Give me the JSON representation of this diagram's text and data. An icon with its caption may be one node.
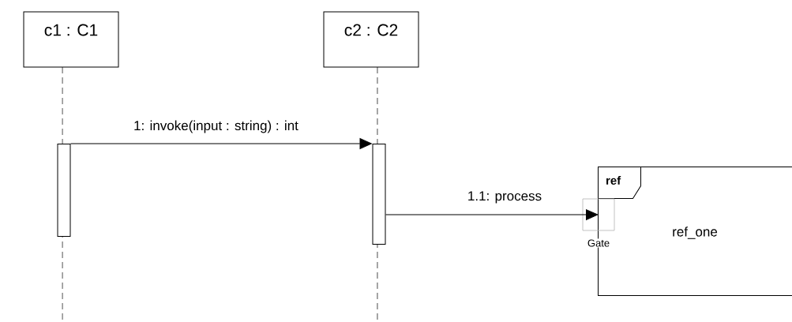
{
  "diagram": {
    "nodes": [
      {
        "text": [
          "c1 : C1"
        ]
      },
      {
        "text": [
          "c2 : C2"
        ]
      },
      {
        "text": [],
        "shape": "bar"
      },
      {
        "text": [],
        "shape": "bar"
      },
      {
        "text": [
          "ref",
          "ref_one"
        ]
      },
      {
        "text": [],
        "shape": "box"
      }
    ],
    "labels": [
      "Gate"
    ],
    "edges": [
      {
        "from": 2,
        "to": 3,
        "arrow": "to",
        "label": "1: invoke(input : string) : int"
      },
      {
        "from": 3,
        "to": 5,
        "arrow": "to",
        "label": "1.1: process"
      }
    ]
  }
}
